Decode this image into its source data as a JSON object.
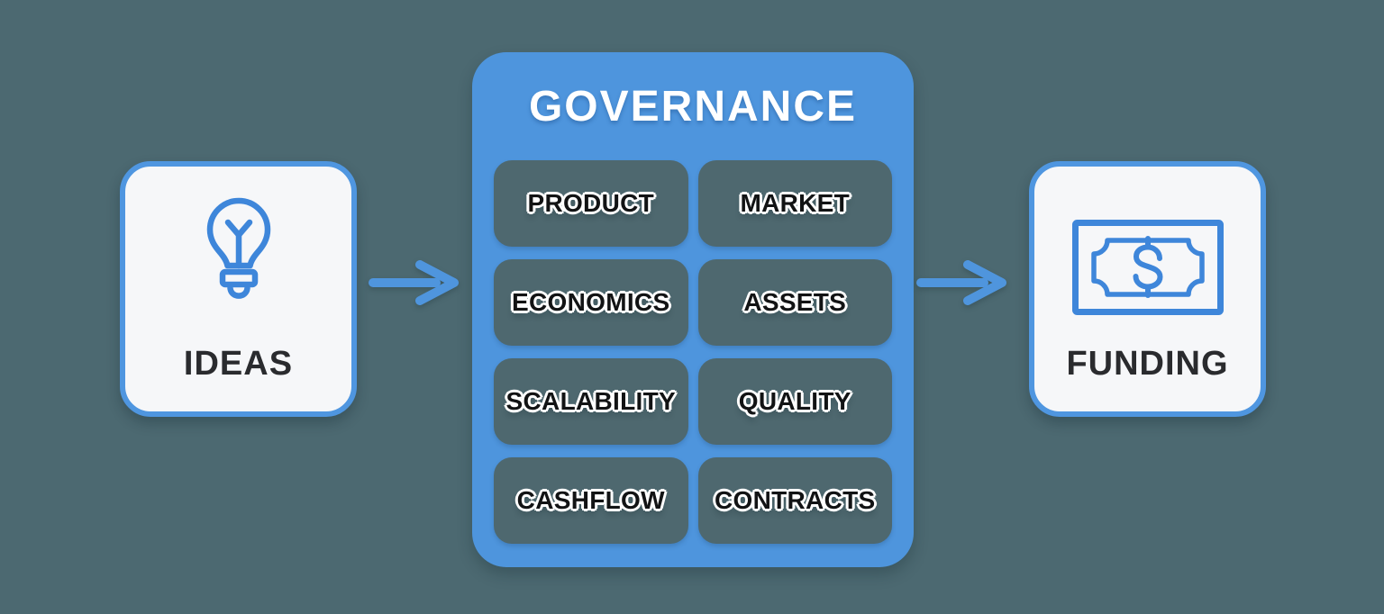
{
  "colors": {
    "background": "#4c6971",
    "panel_blue": "#4e95dd",
    "border_blue": "#4f96e0",
    "icon_blue": "#3e86da",
    "tile_background": "#4e686f",
    "card_background": "#f6f7f9",
    "governance_title_color": "#ffffff",
    "tile_text_color": "#121314",
    "card_label_color": "#2a2b2e"
  },
  "ideas_box": {
    "label": "IDEAS",
    "icon": "lightbulb-icon"
  },
  "governance_panel": {
    "title": "GOVERNANCE",
    "tiles": [
      "PRODUCT",
      "MARKET",
      "ECONOMICS",
      "ASSETS",
      "SCALABILITY",
      "QUALITY",
      "CASHFLOW",
      "CONTRACTS"
    ]
  },
  "funding_box": {
    "label": "FUNDING",
    "icon": "dollar-bill-icon"
  },
  "connectors": [
    "arrow-right-icon",
    "arrow-right-icon"
  ]
}
